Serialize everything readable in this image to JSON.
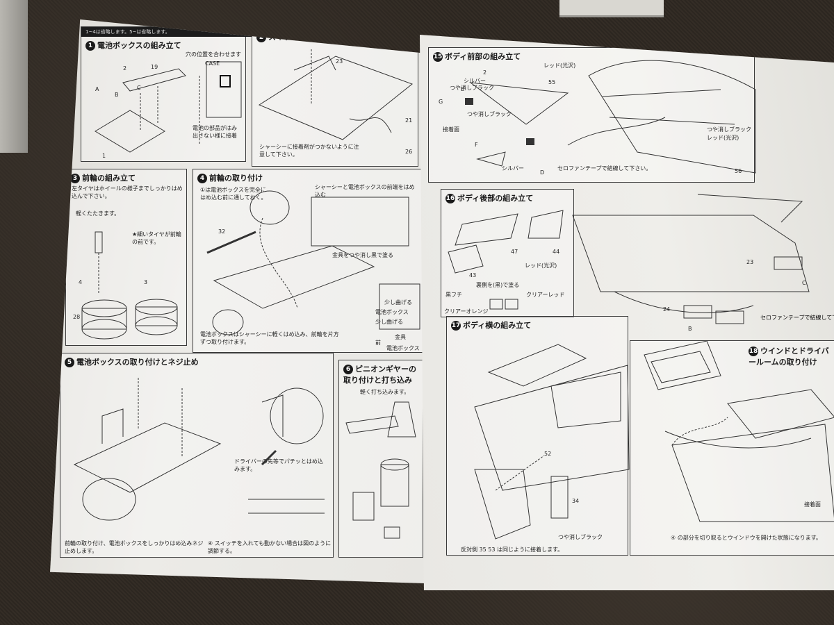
{
  "left_page": {
    "header_bar": "1~4は省略します。5~は省略します。",
    "steps": [
      {
        "num": "1",
        "title": "電池ボックスの組み立て",
        "notes": [
          "穴の位置を合わせます",
          "電池の部品がはみ出さない様に接着",
          "CASE"
        ],
        "parts": [
          "A",
          "B",
          "C",
          "1",
          "19",
          "2"
        ]
      },
      {
        "num": "2",
        "title": "スイッチ・金具の取り付け",
        "notes": [
          "シャーシーに接着剤がつかないように注意して下さい。"
        ],
        "parts": [
          "23",
          "21",
          "26"
        ]
      },
      {
        "num": "3",
        "title": "前輪の組み立て",
        "notes": [
          "左タイヤはホイールの様子までしっかりはめ込んで下さい。",
          "軽くたたきます。",
          "★細いタイヤが前輪の前です。"
        ],
        "parts": [
          "4",
          "3",
          "28"
        ]
      },
      {
        "num": "4",
        "title": "前輪の取り付け",
        "notes": [
          "①は電池ボックスを完全にはめ込む前に通しておく。",
          "シャーシーと電池ボックスの前端をはめ込む",
          "金具をつや消し黒で塗る",
          "少し曲げる",
          "電池ボックス",
          "少し曲げる",
          "金具",
          "前",
          "電池ボックス",
          "電池ボックスはシャーシーに軽くはめ込み、前輪を片方ずつ取り付けます。"
        ],
        "parts": [
          "32"
        ]
      },
      {
        "num": "5",
        "title": "電池ボックスの取り付けとネジ止め",
        "notes": [
          "ドライバーの先等でパチッとはめ込みます。",
          "前輪の取り付け、電池ボックスをしっかりはめ込みネジ止めします。",
          "④ スイッチを入れても動かない場合は図のように調節する。"
        ],
        "parts": []
      },
      {
        "num": "6",
        "title": "ピニオンギヤーの取り付けと打ち込み",
        "notes": [
          "軽く打ち込みます。"
        ],
        "parts": []
      }
    ]
  },
  "right_page": {
    "steps": [
      {
        "num": "15",
        "title": "ボディ前部の組み立て",
        "notes": [
          "つや消しブラック",
          "シルバー",
          "接着面",
          "シルバー",
          "レッド(光沢)",
          "つや消しブラック",
          "つや消しブラック",
          "レッド(光沢)",
          "セロファンテープで結線して下さい。"
        ],
        "parts": [
          "E",
          "2",
          "G",
          "F",
          "D",
          "55",
          "56"
        ]
      },
      {
        "num": "16",
        "title": "ボディ後部の組み立て",
        "notes": [
          "裏側を(黒)で塗る",
          "黒フチ",
          "クリアーレッド",
          "クリアーオレンジ",
          "レッド(光沢)",
          "セロファンテープで結線して下さい。"
        ],
        "parts": [
          "47",
          "44",
          "43",
          "23",
          "24",
          "B",
          "C"
        ]
      },
      {
        "num": "17",
        "title": "ボディ横の組み立て",
        "notes": [
          "つや消しブラック",
          "反対側 35 53 は同じように接着します。"
        ],
        "parts": [
          "52",
          "34"
        ]
      },
      {
        "num": "18",
        "title": "ウインドとドライバールームの取り付け",
        "notes": [
          "接着面",
          "④ の部分を切り取るとウインドウを開けた状態になります。"
        ],
        "parts": []
      }
    ]
  }
}
